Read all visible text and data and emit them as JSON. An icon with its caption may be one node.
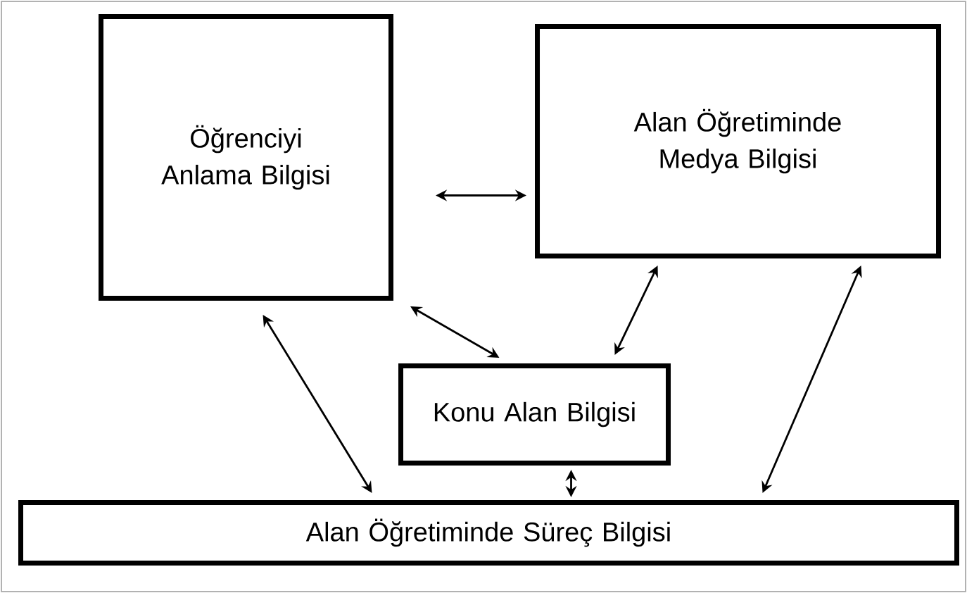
{
  "diagram": {
    "nodes": [
      {
        "text": [
          "Öğrenciyi Anlama Bilgisi"
        ]
      },
      {
        "text": [
          "Alan Öğretiminde Medya Bilgisi"
        ]
      },
      {
        "text": [
          "Konu Alan Bilgisi"
        ]
      },
      {
        "text": [
          "Alan Öğretiminde Süreç Bilgisi"
        ]
      }
    ],
    "edges": [
      {
        "from": 0,
        "to": 1,
        "arrow": "both"
      },
      {
        "from": 0,
        "to": 2,
        "arrow": "both"
      },
      {
        "from": 1,
        "to": 2,
        "arrow": "both"
      },
      {
        "from": 0,
        "to": 3,
        "arrow": "both"
      },
      {
        "from": 2,
        "to": 3,
        "arrow": "both"
      },
      {
        "from": 1,
        "to": 3,
        "arrow": "both"
      }
    ]
  }
}
